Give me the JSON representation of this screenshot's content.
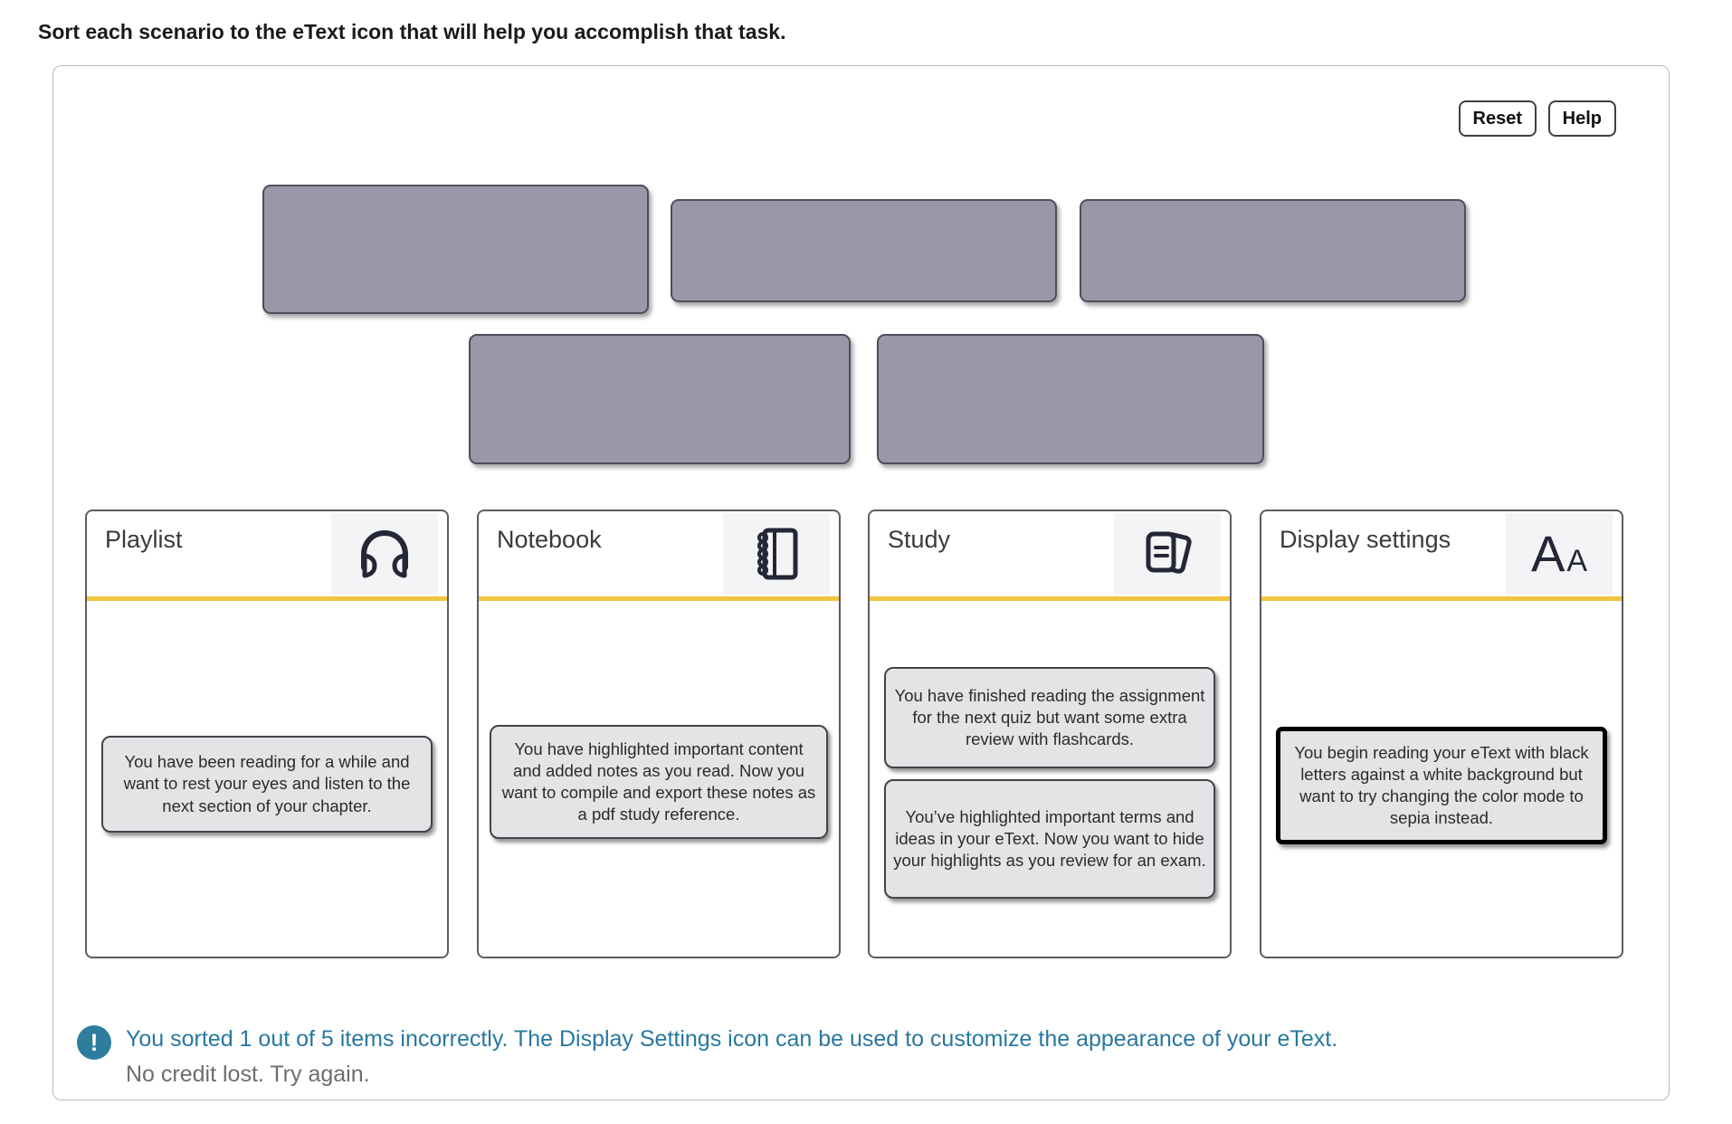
{
  "page": {
    "title": "Sort each scenario to the eText icon that will help you accomplish that task."
  },
  "toolbar": {
    "reset_label": "Reset",
    "help_label": "Help"
  },
  "drop_zone": {
    "slot_count": 5
  },
  "categories": [
    {
      "title": "Playlist",
      "icon": "headphones-icon",
      "scenarios": [
        "You have been reading for a while and want to rest your eyes and listen to the next section of your chapter."
      ]
    },
    {
      "title": "Notebook",
      "icon": "notebook-icon",
      "scenarios": [
        "You have highlighted important content and added notes as you read. Now you want to compile and export these notes as a pdf study reference."
      ]
    },
    {
      "title": "Study",
      "icon": "flashcards-icon",
      "scenarios": [
        "You have finished reading the assignment for the next quiz but want some extra review with flashcards.",
        "You’ve highlighted important terms and ideas in your eText. Now you want to hide your highlights as you review for an exam."
      ]
    },
    {
      "title": "Display settings",
      "icon": "display-settings-icon",
      "marked_incorrect": true,
      "scenarios": [
        "You begin reading your eText with black letters against a white background but want to try changing the color mode to sepia instead."
      ]
    }
  ],
  "feedback": {
    "icon_glyph": "!",
    "message": "You sorted 1 out of 5 items incorrectly. The Display Settings icon can be used to customize the appearance of your eText.",
    "sub_message": "No credit lost. Try again."
  },
  "colors": {
    "accent_divider": "#f0c53e",
    "slot_fill": "#9a98a8",
    "slot_border": "#4e4e5a",
    "feedback_text": "#2878a0",
    "feedback_icon_bg": "#2e7d9c",
    "scenario_fill": "#e4e4e6"
  }
}
